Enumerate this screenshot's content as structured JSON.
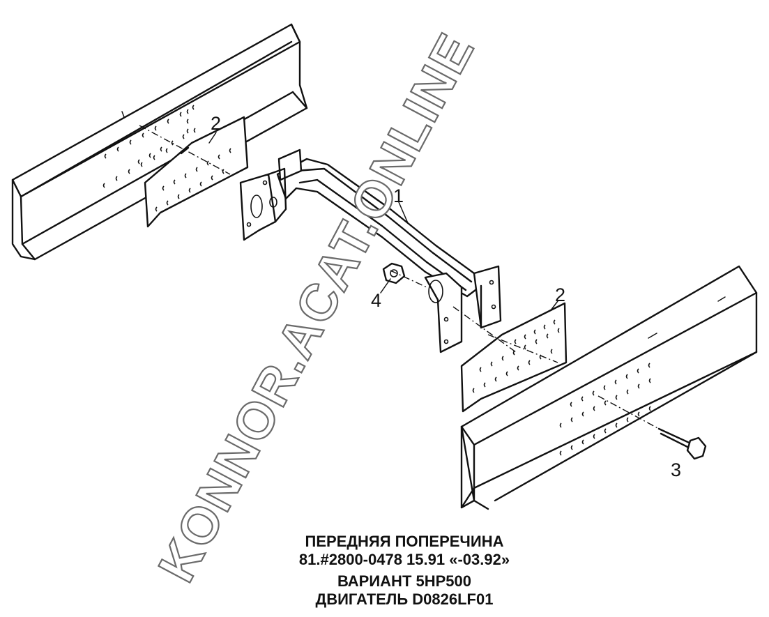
{
  "callouts": {
    "c1": "1",
    "c2a": "2",
    "c2b": "2",
    "c3": "3",
    "c4": "4"
  },
  "watermark": "KONNOR.ACAT.ONLINE",
  "caption": {
    "line1": "ПЕРЕДНЯЯ ПОПЕРЕЧИНА",
    "line2": "81.#2800-0478 15.91 «-03.92»",
    "line3": "ВАРИАНТ 5HP500",
    "line4": "ДВИГАТЕЛЬ D0826LF01"
  }
}
